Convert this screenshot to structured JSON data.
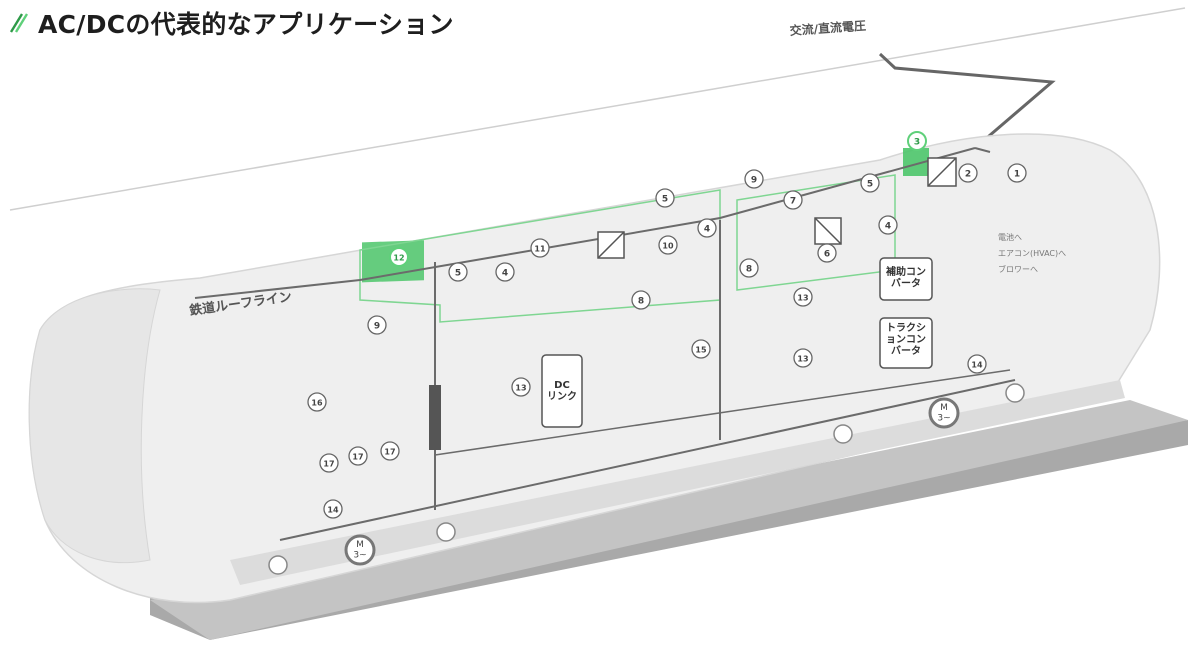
{
  "header": {
    "title": "AC/DCの代表的なアプリケーション"
  },
  "diagram": {
    "catenary_label": "交流/直流電圧",
    "railway_line_label": "鉄道ルーフライン",
    "dc_link_label": "DC\nリンク",
    "aux_converter_label": "補助コン\nバータ",
    "traction_converter_label": "トラクシ\nョンコン\nバータ",
    "to_battery_label": "電池へ",
    "to_aircon_label": "エアコン(HVAC)へ",
    "to_blower_label": "ブロワーへ",
    "motor_label": "M\n3~",
    "numbers": [
      "1",
      "2",
      "3",
      "4",
      "5",
      "6",
      "7",
      "8",
      "9",
      "10",
      "11",
      "12",
      "13",
      "14",
      "15",
      "16",
      "17"
    ]
  },
  "colors": {
    "accent_green": "#5fd07a",
    "highlight_green": "#4cc56a",
    "line_gray": "#6b6b6b",
    "body_gray": "#e9e9e9",
    "rail_gray": "#9a9a9a",
    "title_text": "#1e1e1e"
  },
  "icons": [
    "title-slash-icon",
    "fuse-icon",
    "switch-icon",
    "converter-icon",
    "current-sensor-icon",
    "ground-icon",
    "motor-icon",
    "transformer-icon",
    "capacitor-icon"
  ]
}
